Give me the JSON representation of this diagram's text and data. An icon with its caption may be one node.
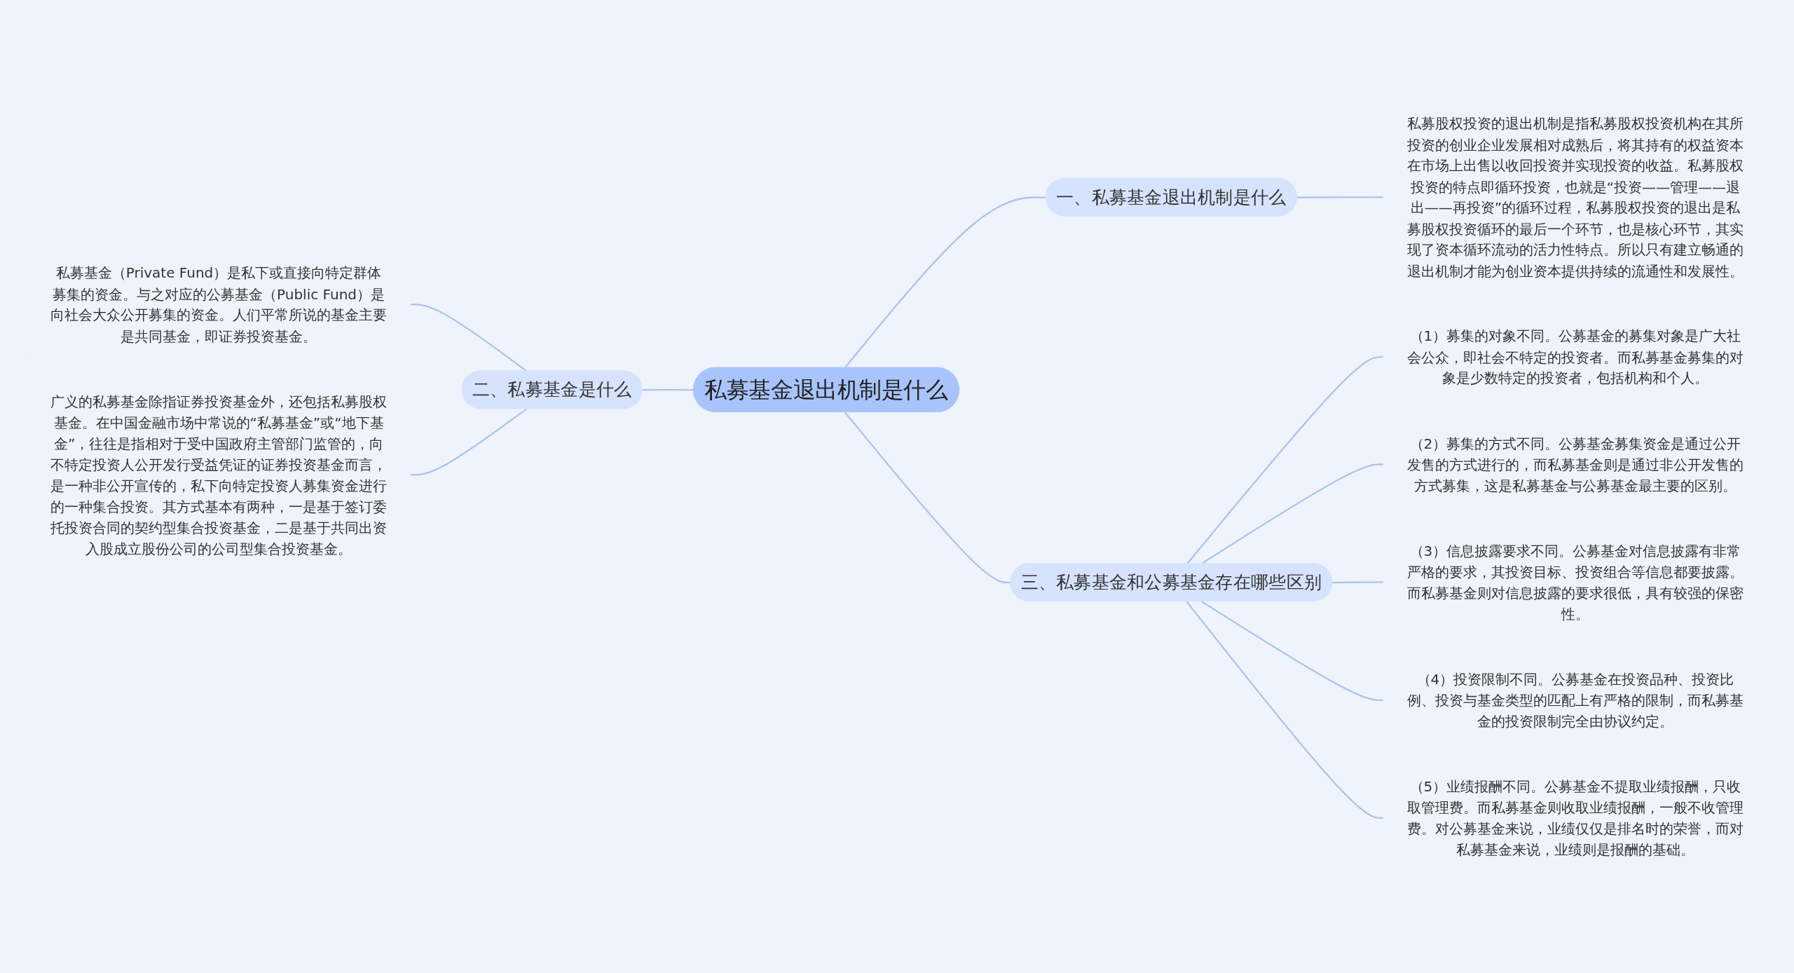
{
  "diagram": {
    "nodes": [
      {
        "text": [
          "私募基金退出机制是什么"
        ]
      },
      {
        "text": [
          "一、私募基金退出机制是什么"
        ]
      },
      {
        "text": [
          "私募股权投资的退出机制是指私募股权投资机构在其所投资的创业企业发展相对成熟后，将其持有的权益资本在市场上出售以收回投资并实现投资的收益。私募股权投资的特点即循环投资，也就是“投资——管理——退出——再投资”的循环过程，私募股权投资的退出是私募股权投资循环的最后一个环节，也是核心环节，其实现了资本循环流动的活力性特点。所以只有建立畅通的退出机制才能为创业资本提供持续的流通性和发展性。"
        ]
      },
      {
        "text": [
          "二、私募基金是什么"
        ]
      },
      {
        "text": [
          "私募基金（Private Fund）是私下或直接向特定群体募集的资金。与之对应的公募基金（Public Fund）是向社会大众公开募集的资金。人们平常所说的基金主要是共同基金，即证券投资基金。"
        ]
      },
      {
        "text": [
          "广义的私募基金除指证券投资基金外，还包括私募股权基金。在中国金融市场中常说的“私募基金”或“地下基金”，往往是指相对于受中国政府主管部门监管的，向不特定投资人公开发行受益凭证的证券投资基金而言，是一种非公开宣传的，私下向特定投资人募集资金进行的一种集合投资。其方式基本有两种，一是基于签订委托投资合同的契约型集合投资基金，二是基于共同出资入股成立股份公司的公司型集合投资基金。"
        ]
      },
      {
        "text": [
          "三、私募基金和公募基金存在哪些区别"
        ]
      },
      {
        "text": [
          "（1）募集的对象不同。公募基金的募集对象是广大社会公众，即社会不特定的投资者。而私募基金募集的对象是少数特定的投资者，包括机构和个人。"
        ]
      },
      {
        "text": [
          "（2）募集的方式不同。公募基金募集资金是通过公开发售的方式进行的，而私募基金则是通过非公开发售的方式募集，这是私募基金与公募基金最主要的区别。"
        ]
      },
      {
        "text": [
          "（3）信息披露要求不同。公募基金对信息披露有非常严格的要求，其投资目标、投资组合等信息都要披露。而私募基金则对信息披露的要求很低，具有较强的保密性。"
        ]
      },
      {
        "text": [
          "（4）投资限制不同。公募基金在投资品种、投资比例、投资与基金类型的匹配上有严格的限制，而私募基金的投资限制完全由协议约定。"
        ]
      },
      {
        "text": [
          "（5）业绩报酬不同。公募基金不提取业绩报酬，只收取管理费。而私募基金则收取业绩报酬，一般不收管理费。对公募基金来说，业绩仅仅是排名时的荣誉，而对私募基金来说，业绩则是报酬的基础。"
        ]
      }
    ],
    "edges": [
      {
        "from": 0,
        "to": 1,
        "arrow": "none"
      },
      {
        "from": 1,
        "to": 2,
        "arrow": "none"
      },
      {
        "from": 3,
        "to": 0,
        "arrow": "none"
      },
      {
        "from": 4,
        "to": 3,
        "arrow": "none"
      },
      {
        "from": 5,
        "to": 3,
        "arrow": "none"
      },
      {
        "from": 0,
        "to": 6,
        "arrow": "none"
      },
      {
        "from": 6,
        "to": 7,
        "arrow": "none"
      },
      {
        "from": 6,
        "to": 8,
        "arrow": "none"
      },
      {
        "from": 6,
        "to": 9,
        "arrow": "none"
      },
      {
        "from": 6,
        "to": 10,
        "arrow": "none"
      },
      {
        "from": 6,
        "to": 11,
        "arrow": "none"
      }
    ]
  }
}
